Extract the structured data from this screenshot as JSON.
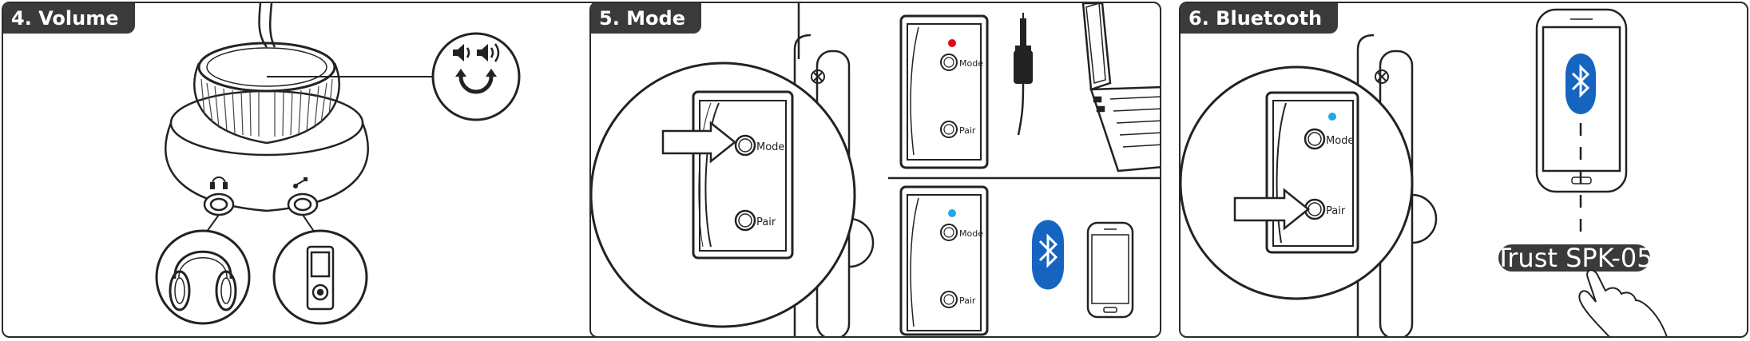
{
  "panels": [
    {
      "title": "4. Volume"
    },
    {
      "title": "5. Mode"
    },
    {
      "title": "6. Bluetooth"
    }
  ],
  "buttons": {
    "mode": "Mode",
    "pair": "Pair"
  },
  "device_name": "Trust SPK-05",
  "colors": {
    "red_led": "#e30613",
    "blue_led": "#1ea8e8",
    "bluetooth": "#1565c0",
    "tab": "#3a3a3c"
  }
}
